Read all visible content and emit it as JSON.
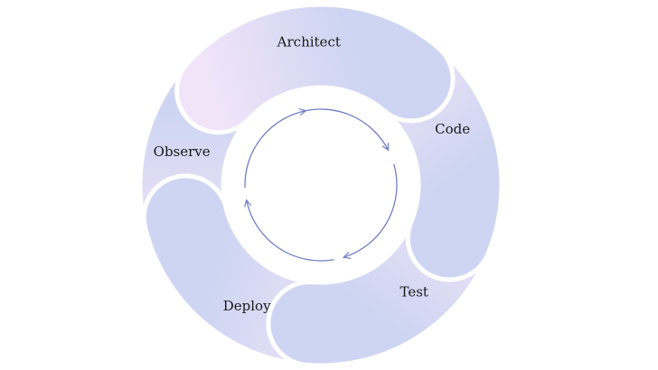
{
  "diagram": {
    "stages": [
      {
        "label": "Architect"
      },
      {
        "label": "Code"
      },
      {
        "label": "Test"
      },
      {
        "label": "Deploy"
      },
      {
        "label": "Observe"
      }
    ],
    "colors": {
      "segment_light": "#f1e4f8",
      "segment_dark": "#cdd5f2",
      "separator": "#ffffff",
      "arrow": "#6f7fc4"
    }
  }
}
